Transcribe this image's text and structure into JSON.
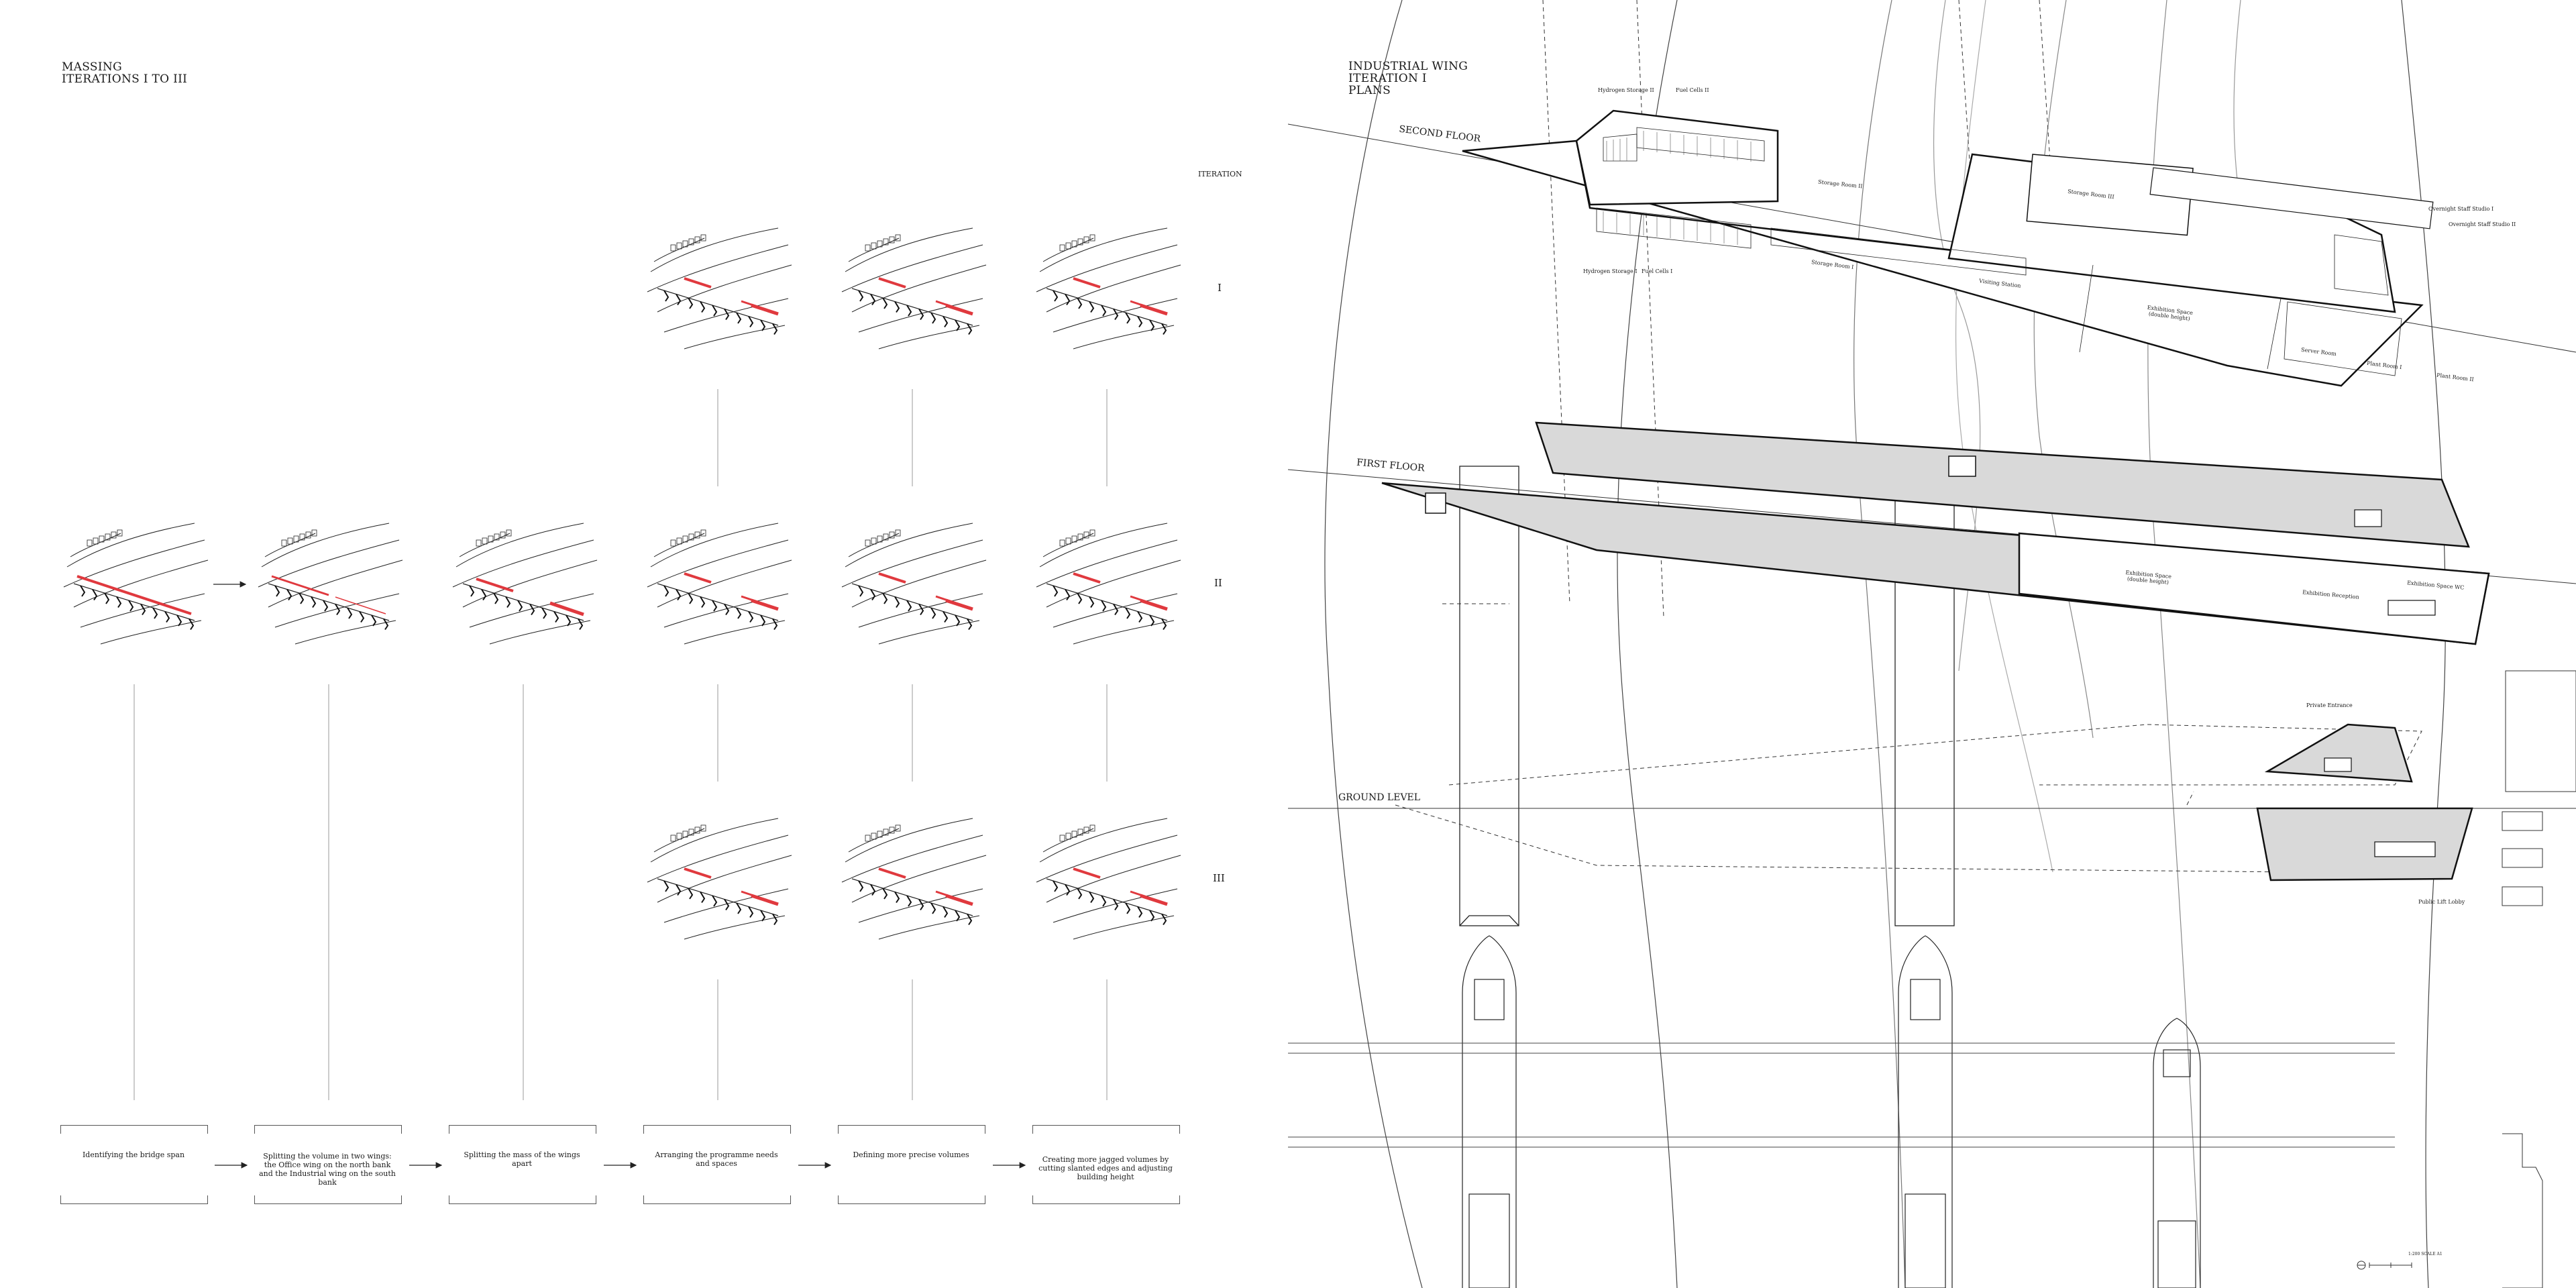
{
  "left_panel": {
    "title": "MASSING\nITERATIONS I TO III",
    "iteration_header": "ITERATION",
    "row_labels": [
      "I",
      "II",
      "III"
    ],
    "steps": [
      "Identifying the bridge span",
      "Splitting the volume in two wings: the Office wing on the north bank and the Industrial wing on the south bank",
      "Splitting the mass of the wings apart",
      "Arranging the programme needs and spaces",
      "Defining more precise volumes",
      "Creating more jagged volumes by cutting slanted edges and adjusting building height"
    ],
    "accent_color": "#e0393e"
  },
  "right_panel": {
    "title": "INDUSTRIAL WING\nITERATION I\nPLANS",
    "levels": {
      "second": "SECOND FLOOR",
      "first": "FIRST FLOOR",
      "ground": "GROUND LEVEL"
    },
    "room_labels": {
      "hydrogen_storage_2": "Hydrogen Storage II",
      "fuel_cells_2": "Fuel Cells II",
      "hydrogen_storage_1": "Hydrogen Storage I",
      "fuel_cells_1": "Fuel Cells I",
      "storage_room_1": "Storage Room I",
      "storage_room_2": "Storage Room II",
      "storage_room_3": "Storage Room III",
      "visiting_station": "Visiting Station",
      "exhibition_double": "Exhibition Space\n(double height)",
      "overnight_staff_1": "Overnight Staff Studio I",
      "overnight_staff_2": "Overnight Staff Studio II",
      "server_room": "Server Room",
      "plant_room_1": "Plant Room I",
      "plant_room_2": "Plant Room II",
      "exhibition_double_ff": "Exhibition Space\n(double height)",
      "exhibition_reception": "Exhibition Reception",
      "exhibition_space_wc": "Exhibition Space WC",
      "private_entrance": "Private Entrance",
      "public_lift_lobby": "Public Lift Lobby"
    },
    "scale_label": "1:200 SCALE A1"
  }
}
